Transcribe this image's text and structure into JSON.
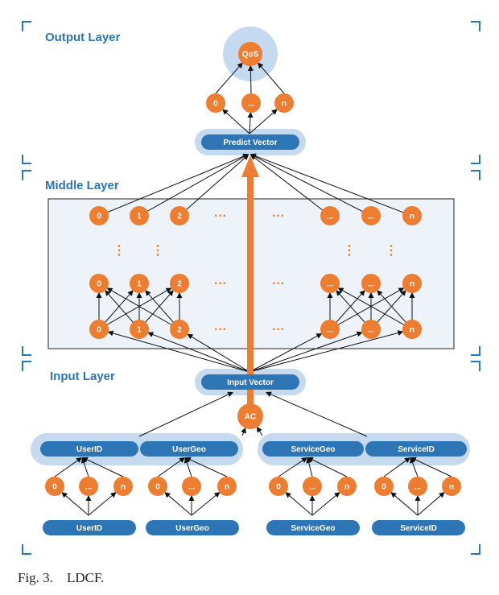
{
  "titles": {
    "output": "Output Layer",
    "middle": "Middle Layer",
    "input": "Input Layer"
  },
  "bars": {
    "predict_vector": "Predict Vector",
    "input_vector": "Input Vector",
    "user_id": "UserID",
    "user_geo": "UserGeo",
    "service_geo": "ServiceGeo",
    "service_id": "ServiceID"
  },
  "nodes": {
    "qos": "QoS",
    "ac": "AC",
    "zero": "0",
    "one": "1",
    "two": "2",
    "dots": "...",
    "n": "n"
  },
  "symbols": {
    "hdots": "···",
    "vdots": "⋮"
  },
  "caption": {
    "label": "Fig. 3.",
    "text": "LDCF."
  },
  "colors": {
    "node": "#ed7d31",
    "bar": "#2e75b6",
    "halo": "#c5d9ef",
    "title": "#2e75b6",
    "bracket": "#2e75b6"
  }
}
